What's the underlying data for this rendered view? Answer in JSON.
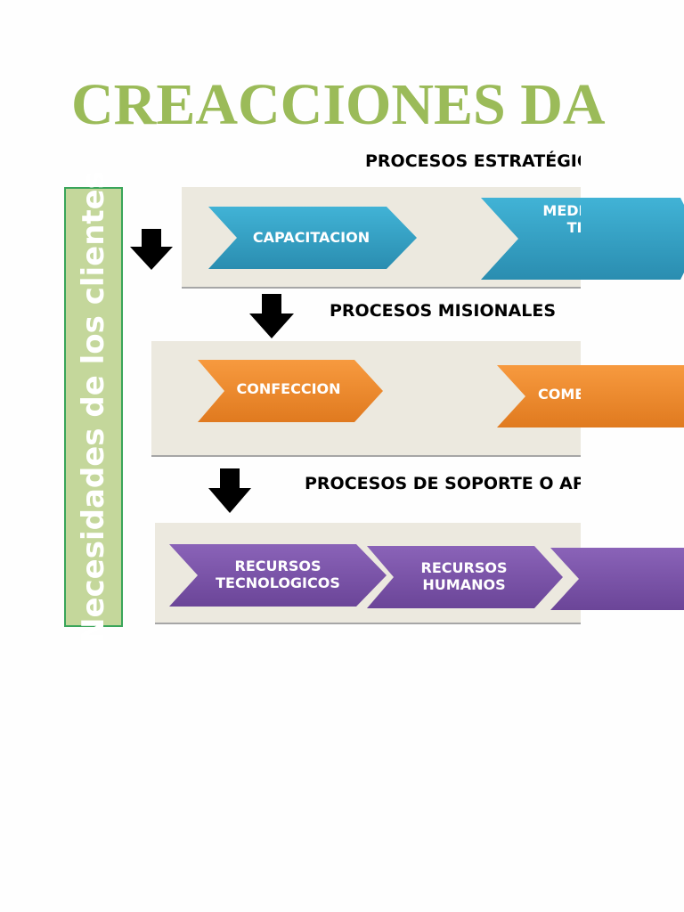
{
  "title": "CREACCIONES DA",
  "side_label": "Necesidades de los clientes",
  "sections": {
    "strategic": {
      "heading": "PROCESOS ESTRATÉGICOS",
      "items": [
        "CAPACITACION",
        "MEDIOS\nTI"
      ]
    },
    "missional": {
      "heading": "PROCESOS MISIONALES",
      "items": [
        "CONFECCION",
        "COMERCIAL"
      ]
    },
    "support": {
      "heading": "PROCESOS DE SOPORTE O APOYO",
      "items": [
        "RECURSOS\nTECNOLOGICOS",
        "RECURSOS\nHUMANOS",
        ""
      ]
    }
  },
  "colors": {
    "title": "#9bbb59",
    "strategic": "#31a3c7",
    "missional": "#f08a2e",
    "support": "#7a55a8",
    "side_fill": "#c4d79b",
    "side_border": "#3aa55a",
    "band": "#ece9df"
  },
  "icons": [
    "down-arrow-icon"
  ]
}
